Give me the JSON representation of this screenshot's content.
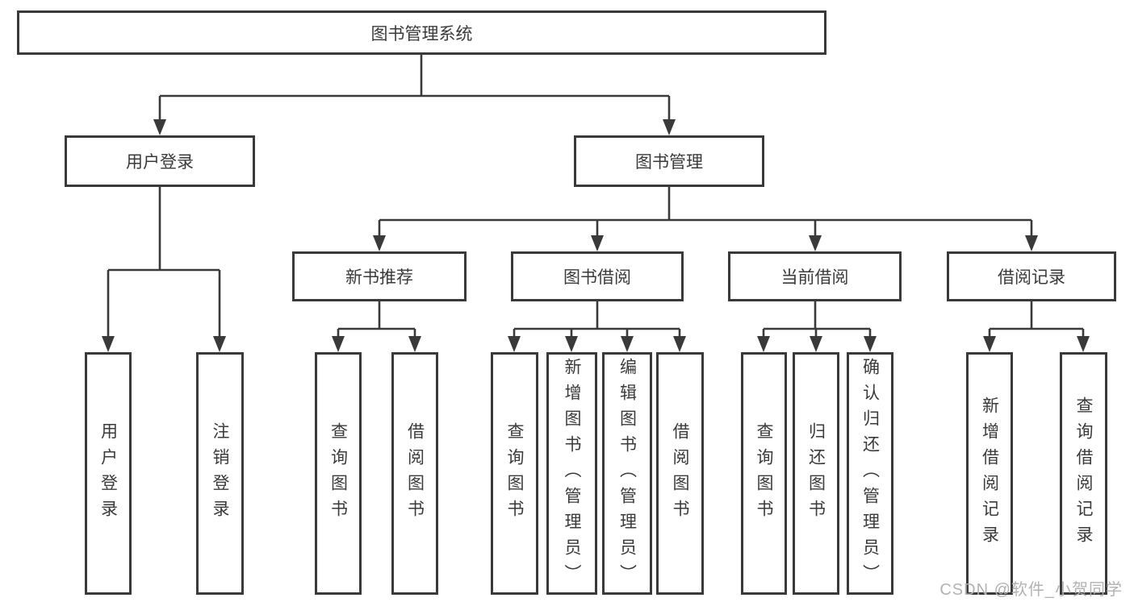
{
  "diagram": {
    "root": {
      "label": "图书管理系统",
      "children": [
        {
          "label": "用户登录",
          "children": [
            {
              "label": "用户登录"
            },
            {
              "label": "注销登录"
            }
          ]
        },
        {
          "label": "图书管理",
          "children": [
            {
              "label": "新书推荐",
              "children": [
                {
                  "label": "查询图书"
                },
                {
                  "label": "借阅图书"
                }
              ]
            },
            {
              "label": "图书借阅",
              "children": [
                {
                  "label": "查询图书"
                },
                {
                  "label": "新增图书（管理员）"
                },
                {
                  "label": "编辑图书（管理员）"
                },
                {
                  "label": "借阅图书"
                }
              ]
            },
            {
              "label": "当前借阅",
              "children": [
                {
                  "label": "查询图书"
                },
                {
                  "label": "归还图书"
                },
                {
                  "label": "确认归还（管理员）"
                }
              ]
            },
            {
              "label": "借阅记录",
              "children": [
                {
                  "label": "新增借阅记录"
                },
                {
                  "label": "查询借阅记录"
                }
              ]
            }
          ]
        }
      ]
    }
  },
  "watermark": {
    "text": "CSDN @软件_小贺同学"
  },
  "colors": {
    "line": "#3a3a3a",
    "node_border": "#3a3a3a",
    "node_background": "#ffffff",
    "text": "#3a3a3a",
    "watermark_text": "#b2b2b2",
    "page_background": "#ffffff"
  }
}
